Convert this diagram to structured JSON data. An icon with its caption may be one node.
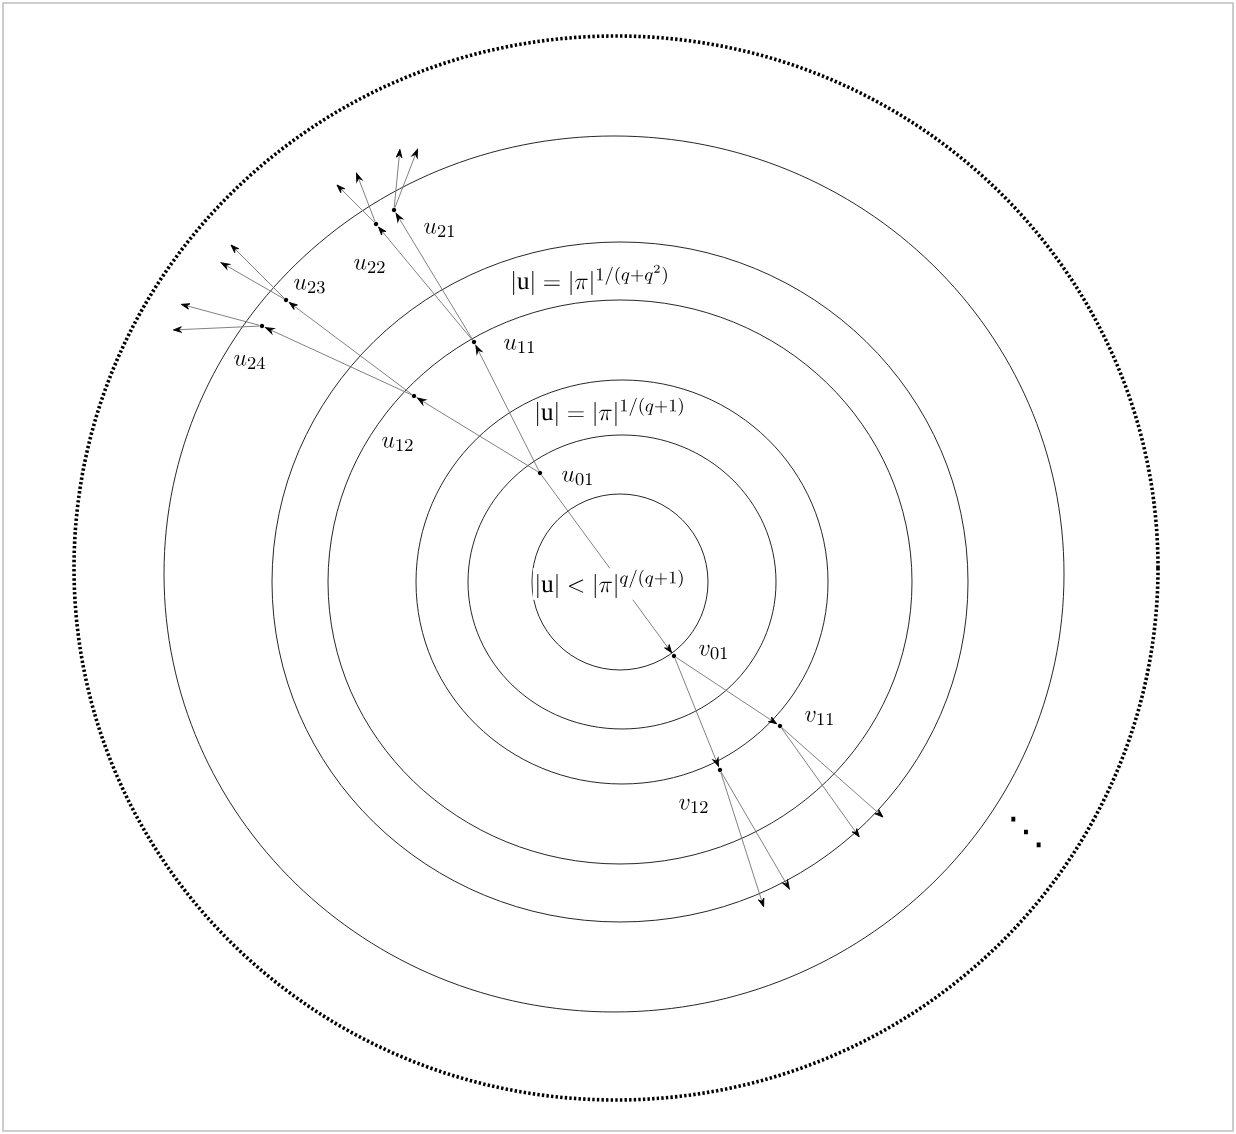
{
  "diagram": {
    "nodes": [
      {
        "text": [],
        "shape": "dot",
        "beside": [
          "u_{21}"
        ]
      },
      {
        "text": [],
        "shape": "dot",
        "beside": [
          "u_{22}"
        ]
      },
      {
        "text": [],
        "shape": "dot",
        "beside": [
          "u_{23}"
        ]
      },
      {
        "text": [],
        "shape": "dot",
        "beside": [
          "u_{24}"
        ]
      },
      {
        "text": [],
        "shape": "dot",
        "beside": [
          "u_{11}"
        ]
      },
      {
        "text": [],
        "shape": "dot",
        "beside": [
          "u_{12}"
        ]
      },
      {
        "text": [],
        "shape": "dot",
        "beside": [
          "u_{01}"
        ]
      },
      {
        "text": [],
        "shape": "dot",
        "beside": [
          "v_{01}"
        ]
      },
      {
        "text": [],
        "shape": "dot",
        "beside": [
          "v_{11}"
        ]
      },
      {
        "text": [],
        "shape": "dot",
        "beside": [
          "v_{12}"
        ]
      }
    ],
    "edges": [
      {
        "from": 6,
        "to": 4,
        "arrow": "to"
      },
      {
        "from": 6,
        "to": 5,
        "arrow": "to"
      },
      {
        "from": 6,
        "to": 7,
        "arrow": "to"
      },
      {
        "from": 4,
        "to": 0,
        "arrow": "to"
      },
      {
        "from": 4,
        "to": 1,
        "arrow": "to"
      },
      {
        "from": 5,
        "to": 2,
        "arrow": "to"
      },
      {
        "from": 5,
        "to": 3,
        "arrow": "to"
      },
      {
        "from": 7,
        "to": 8,
        "arrow": "to"
      },
      {
        "from": 7,
        "to": 9,
        "arrow": "to"
      },
      {
        "from": 0,
        "to": null,
        "arrow": "to"
      },
      {
        "from": 0,
        "to": null,
        "arrow": "to"
      },
      {
        "from": 1,
        "to": null,
        "arrow": "to"
      },
      {
        "from": 1,
        "to": null,
        "arrow": "to"
      },
      {
        "from": 2,
        "to": null,
        "arrow": "to"
      },
      {
        "from": 2,
        "to": null,
        "arrow": "to"
      },
      {
        "from": 3,
        "to": null,
        "arrow": "to"
      },
      {
        "from": 3,
        "to": null,
        "arrow": "to"
      },
      {
        "from": 8,
        "to": null,
        "arrow": "to"
      },
      {
        "from": 8,
        "to": null,
        "arrow": "to"
      },
      {
        "from": 9,
        "to": null,
        "arrow": "to"
      },
      {
        "from": 9,
        "to": null,
        "arrow": "to"
      }
    ],
    "labels": [
      "|\\mathrm{u}|=|\\pi|^{1/(q+q^2)}",
      "|\\mathrm{u}|=|\\pi|^{1/(q+1)}",
      "|\\mathrm{u}|<|\\pi|^{q/(q+1)}",
      "⋱"
    ]
  }
}
